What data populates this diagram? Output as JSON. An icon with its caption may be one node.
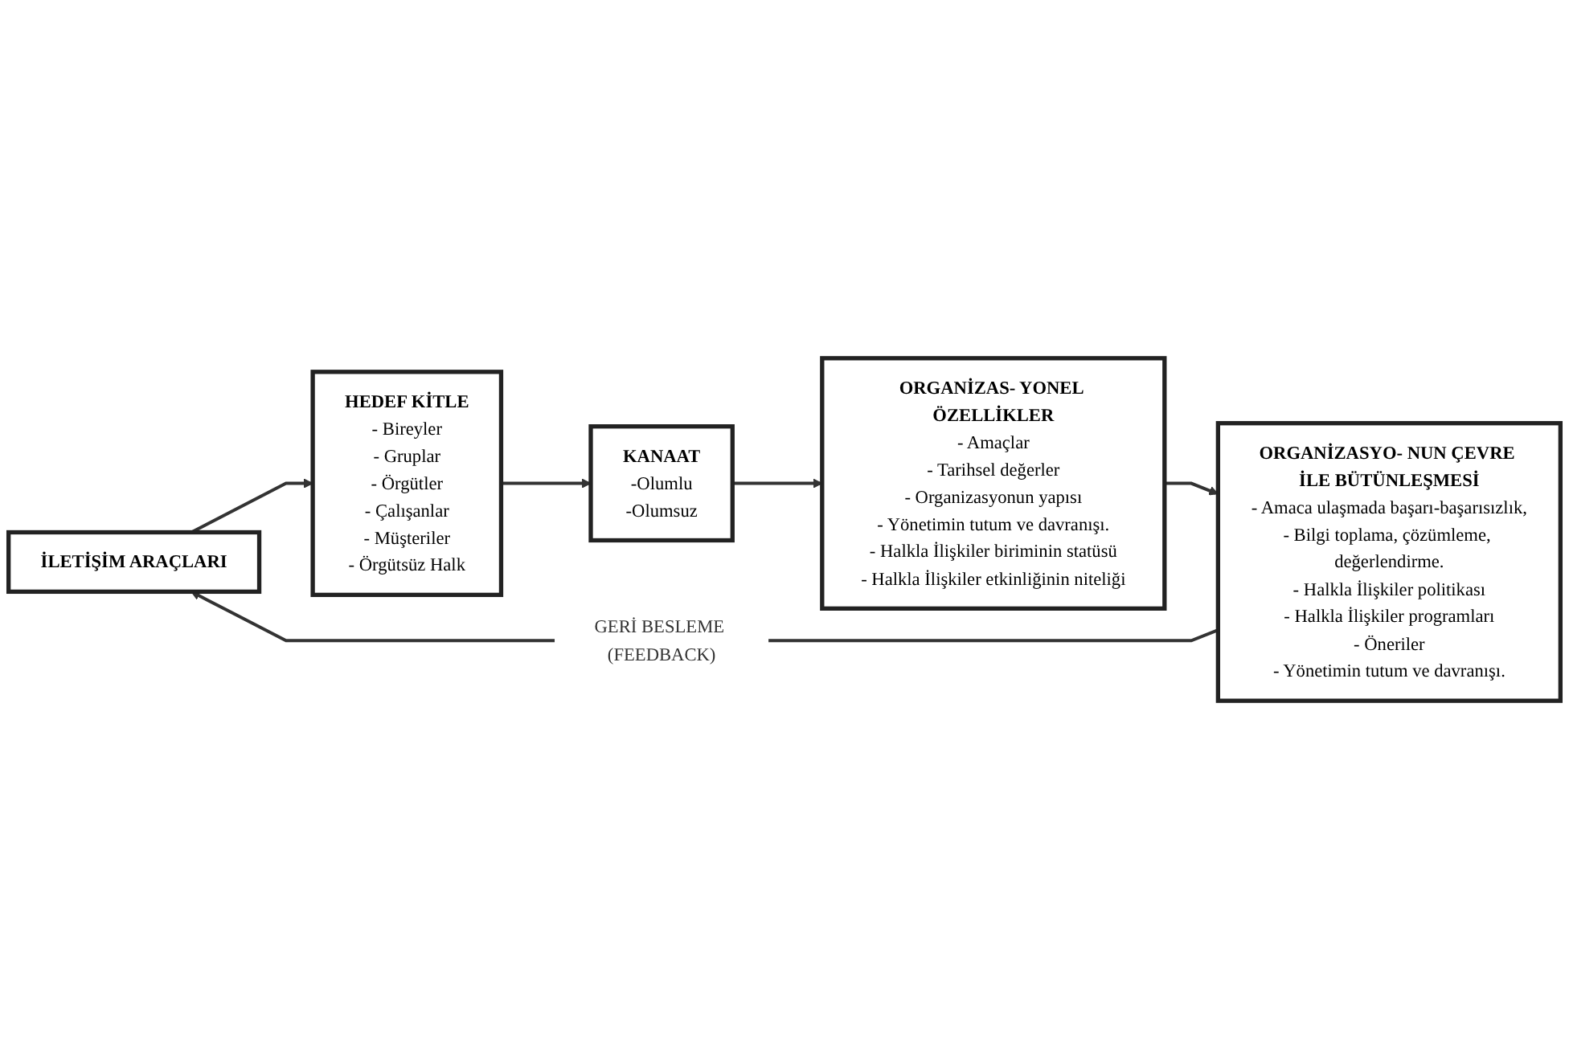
{
  "diagram": {
    "nodes": [
      {
        "text": [
          "İLETİŞİM ARAÇLARI"
        ]
      },
      {
        "text": [
          "HEDEF KİTLE",
          "- Bireyler",
          "- Gruplar",
          "- Örgütler",
          "- Çalışanlar",
          "- Müşteriler",
          "- Örgütsüz Halk"
        ]
      },
      {
        "text": [
          "KANAAT",
          "-Olumlu",
          "-Olumsuz"
        ]
      },
      {
        "text": [
          "ORGANİZAS- YONEL ÖZELLİKLER",
          "- Amaçlar",
          "- Tarihsel değerler",
          "- Organizasyonun yapısı",
          "- Yönetimin tutum ve davranışı.",
          "- Halkla İlişkiler biriminin statüsü",
          "- Halkla İlişkiler etkinliğinin niteliği"
        ]
      },
      {
        "text": [
          "ORGANİZASYO- NUN ÇEVRE İLE BÜTÜNLEŞMESİ",
          "- Amaca ulaşmada başarı-başarısızlık,",
          "- Bilgi toplama, çözümleme, değerlendirme.",
          "- Halkla İlişkiler politikası",
          "- Halkla İlişkiler programları",
          "- Öneriler",
          "- Yönetimin tutum ve davranışı."
        ]
      }
    ],
    "edges": [
      {
        "from": 0,
        "to": 1,
        "arrow": "to"
      },
      {
        "from": 1,
        "to": 2,
        "arrow": "to"
      },
      {
        "from": 2,
        "to": 3,
        "arrow": "to"
      },
      {
        "from": 3,
        "to": 4,
        "arrow": "to"
      },
      {
        "from": 4,
        "to": 0,
        "arrow": "to",
        "label": "GERİ BESLEME (FEEDBACK)"
      }
    ]
  }
}
